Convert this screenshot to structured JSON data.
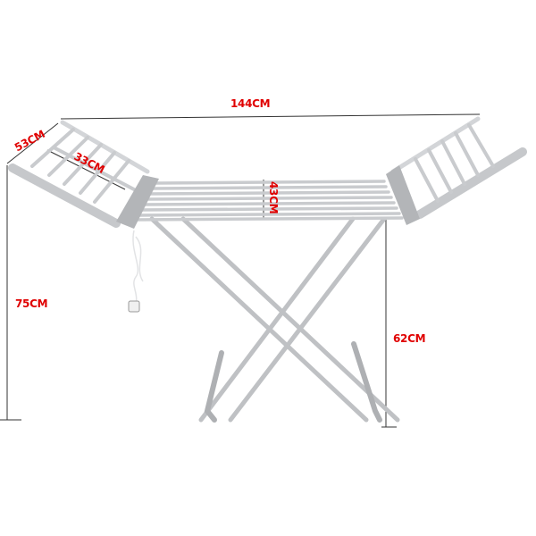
{
  "product": {
    "name": "heated clothes airer",
    "colors": {
      "frame": "#c4c6c9",
      "frame_dark": "#9a9ca0",
      "frame_light": "#e2e3e5",
      "dimension_text": "#e00000",
      "dimension_line": "#333333"
    }
  },
  "dimensions": {
    "overall_width": "144CM",
    "wing_length": "53CM",
    "wing_width": "33CM",
    "center_depth": "43CM",
    "overall_height": "75CM",
    "center_height": "62CM"
  }
}
